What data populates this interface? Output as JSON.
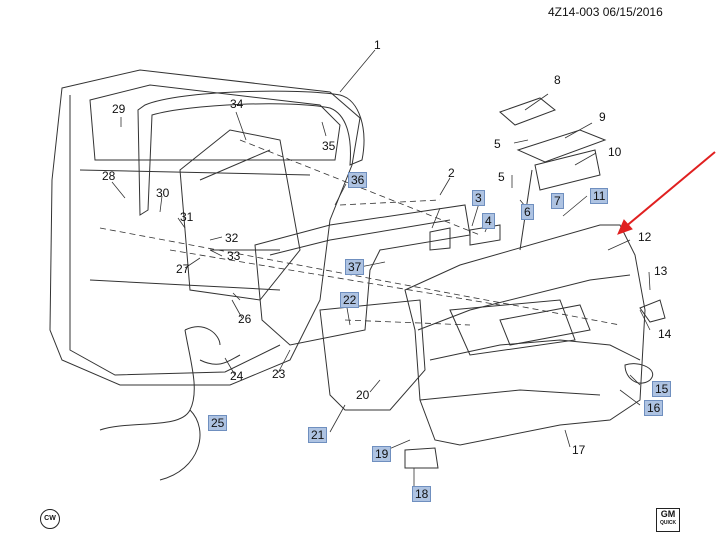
{
  "header": {
    "code": "4Z14-003",
    "date": "06/15/2016"
  },
  "callouts": [
    {
      "id": "c1",
      "text": "1",
      "hl": false
    },
    {
      "id": "c2",
      "text": "2",
      "hl": false
    },
    {
      "id": "c3",
      "text": "3",
      "hl": true
    },
    {
      "id": "c4",
      "text": "4",
      "hl": true
    },
    {
      "id": "c5a",
      "text": "5",
      "hl": false
    },
    {
      "id": "c5b",
      "text": "5",
      "hl": false
    },
    {
      "id": "c6",
      "text": "6",
      "hl": true
    },
    {
      "id": "c7",
      "text": "7",
      "hl": true
    },
    {
      "id": "c8",
      "text": "8",
      "hl": false
    },
    {
      "id": "c9",
      "text": "9",
      "hl": false
    },
    {
      "id": "c10",
      "text": "10",
      "hl": false
    },
    {
      "id": "c11",
      "text": "11",
      "hl": true
    },
    {
      "id": "c12",
      "text": "12",
      "hl": false
    },
    {
      "id": "c13",
      "text": "13",
      "hl": false
    },
    {
      "id": "c14",
      "text": "14",
      "hl": false
    },
    {
      "id": "c15",
      "text": "15",
      "hl": true
    },
    {
      "id": "c16",
      "text": "16",
      "hl": true
    },
    {
      "id": "c17",
      "text": "17",
      "hl": false
    },
    {
      "id": "c18",
      "text": "18",
      "hl": true
    },
    {
      "id": "c19",
      "text": "19",
      "hl": true
    },
    {
      "id": "c20",
      "text": "20",
      "hl": false
    },
    {
      "id": "c21",
      "text": "21",
      "hl": true
    },
    {
      "id": "c22",
      "text": "22",
      "hl": true
    },
    {
      "id": "c23",
      "text": "23",
      "hl": false
    },
    {
      "id": "c24",
      "text": "24",
      "hl": false
    },
    {
      "id": "c25",
      "text": "25",
      "hl": true
    },
    {
      "id": "c26",
      "text": "26",
      "hl": false
    },
    {
      "id": "c27",
      "text": "27",
      "hl": false
    },
    {
      "id": "c28",
      "text": "28",
      "hl": false
    },
    {
      "id": "c29",
      "text": "29",
      "hl": false
    },
    {
      "id": "c30",
      "text": "30",
      "hl": false
    },
    {
      "id": "c31",
      "text": "31",
      "hl": false
    },
    {
      "id": "c32",
      "text": "32",
      "hl": false
    },
    {
      "id": "c33",
      "text": "33",
      "hl": false
    },
    {
      "id": "c34",
      "text": "34",
      "hl": false
    },
    {
      "id": "c35",
      "text": "35",
      "hl": false
    },
    {
      "id": "c36",
      "text": "36",
      "hl": true
    },
    {
      "id": "c37",
      "text": "37",
      "hl": true
    }
  ],
  "logos": {
    "cw": "CW",
    "gm": "GM",
    "gm_sub": "QUICK"
  },
  "colors": {
    "line": "#222222",
    "highlight": "#aec3e2",
    "arrow": "#e02020"
  }
}
